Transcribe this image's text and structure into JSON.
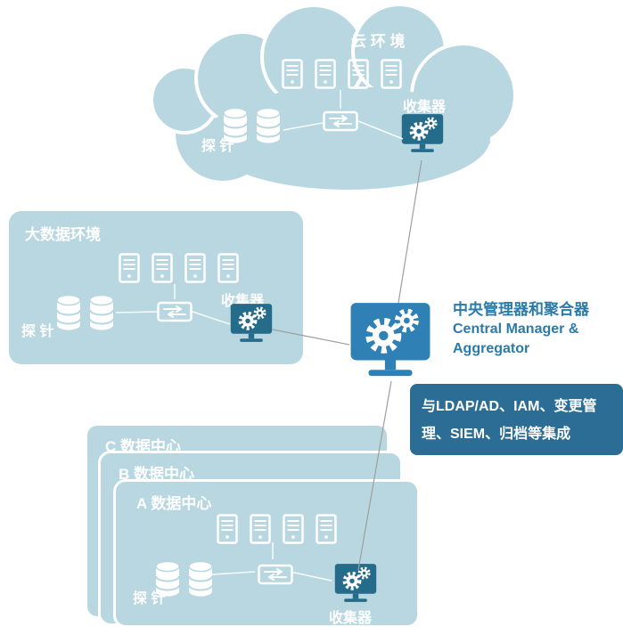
{
  "colors": {
    "container_fill": "#b8d7e0",
    "collector_monitor": "#256c8b",
    "central_monitor": "#2f80b4",
    "integration_bg": "#2b6d94",
    "central_text": "#2b7ba8",
    "connection_line": "#9f9f9f",
    "label_text": "#ffffff"
  },
  "cloud": {
    "title": "云 环 境",
    "probe_label": "探 针",
    "collector_label": "收集器"
  },
  "bigdata": {
    "title": "大数据环境",
    "probe_label": "探 针",
    "collector_label": "收集器"
  },
  "datacenters": {
    "back_title": "C 数据中心",
    "middle_title": "B 数据中心",
    "front_title": "A 数据中心",
    "probe_label": "探 针",
    "collector_label": "收集器"
  },
  "central_manager": {
    "title_zh": "中央管理器和聚合器",
    "title_en_line1": "Central Manager &",
    "title_en_line2": "Aggregator"
  },
  "integration": {
    "line1": "与LDAP/AD、IAM、变更管",
    "line2": "理、SIEM、归档等集成"
  }
}
